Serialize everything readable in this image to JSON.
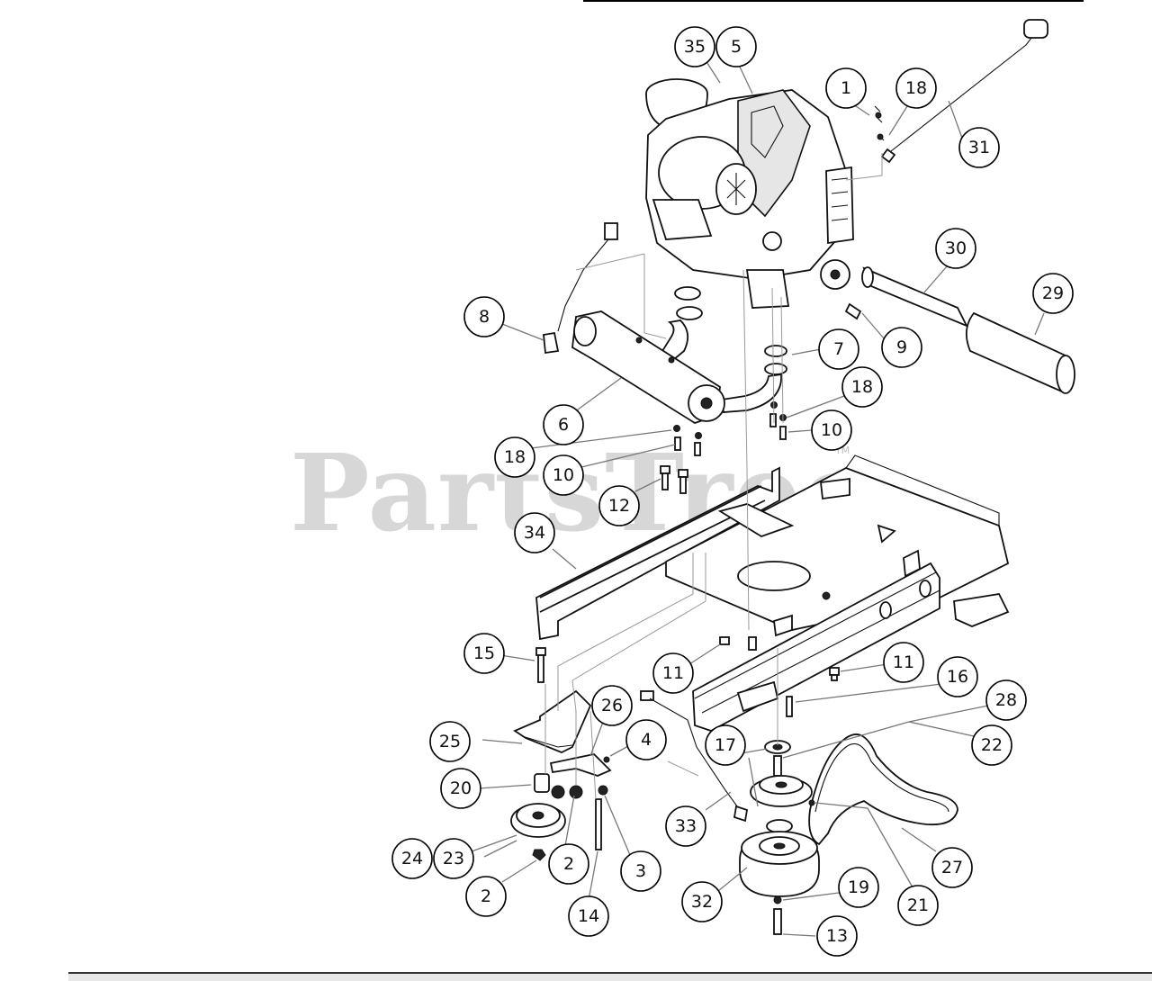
{
  "watermark": {
    "text": "PartsTree",
    "tm": "TM"
  },
  "callouts": [
    {
      "label": "35"
    },
    {
      "label": "5"
    },
    {
      "label": "1"
    },
    {
      "label": "18"
    },
    {
      "label": "31"
    },
    {
      "label": "30"
    },
    {
      "label": "29"
    },
    {
      "label": "8"
    },
    {
      "label": "7"
    },
    {
      "label": "9"
    },
    {
      "label": "18"
    },
    {
      "label": "6"
    },
    {
      "label": "10"
    },
    {
      "label": "18"
    },
    {
      "label": "10"
    },
    {
      "label": "12"
    },
    {
      "label": "34"
    },
    {
      "label": "15"
    },
    {
      "label": "11"
    },
    {
      "label": "11"
    },
    {
      "label": "16"
    },
    {
      "label": "28"
    },
    {
      "label": "26"
    },
    {
      "label": "25"
    },
    {
      "label": "4"
    },
    {
      "label": "17"
    },
    {
      "label": "22"
    },
    {
      "label": "20"
    },
    {
      "label": "33"
    },
    {
      "label": "24"
    },
    {
      "label": "23"
    },
    {
      "label": "2"
    },
    {
      "label": "3"
    },
    {
      "label": "27"
    },
    {
      "label": "2"
    },
    {
      "label": "14"
    },
    {
      "label": "32"
    },
    {
      "label": "19"
    },
    {
      "label": "21"
    },
    {
      "label": "13"
    }
  ]
}
